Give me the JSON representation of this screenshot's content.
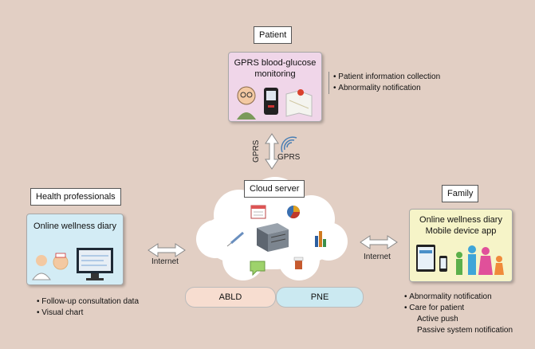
{
  "colors": {
    "background": "#e2cfc4",
    "patient_card": "#f0d6e9",
    "health_card": "#d3ecf5",
    "family_card": "#f6f4c8",
    "abld_pill": "#f7ddd0",
    "pne_pill": "#cbe9f1"
  },
  "patient": {
    "label": "Patient",
    "card_title_line1": "GPRS blood-glucose",
    "card_title_line2": "monitoring",
    "bullets": [
      "Patient information collection",
      "Abnormality notification"
    ],
    "icons": [
      "elderly-man-icon",
      "glucose-meter-icon",
      "map-icon"
    ]
  },
  "gprs": {
    "link_label": "GPRS",
    "signal_label": "GPRS"
  },
  "cloud": {
    "label": "Cloud server",
    "icons": [
      "calendar-icon",
      "pie-chart-icon",
      "syringe-icon",
      "server-icon",
      "bar-chart-icon",
      "chat-bubble-icon",
      "pill-bottle-icon"
    ],
    "abld_label": "ABLD",
    "pne_label": "PNE"
  },
  "health": {
    "label": "Health professionals",
    "card_title": "Online wellness diary",
    "bullets": [
      "Follow-up consultation data",
      "Visual chart"
    ],
    "link_label": "Internet",
    "icons": [
      "doctor-icon",
      "nurse-icon",
      "desktop-monitor-icon"
    ]
  },
  "family": {
    "label": "Family",
    "card_title_line1": "Online wellness diary",
    "card_title_line2": "Mobile device app",
    "bullets": [
      "Abnormality notification",
      "Care for patient"
    ],
    "sub_items": [
      "Active push",
      "Passive system notification"
    ],
    "link_label": "Internet",
    "icons": [
      "tablet-icon",
      "phone-icon",
      "family-icon"
    ]
  }
}
